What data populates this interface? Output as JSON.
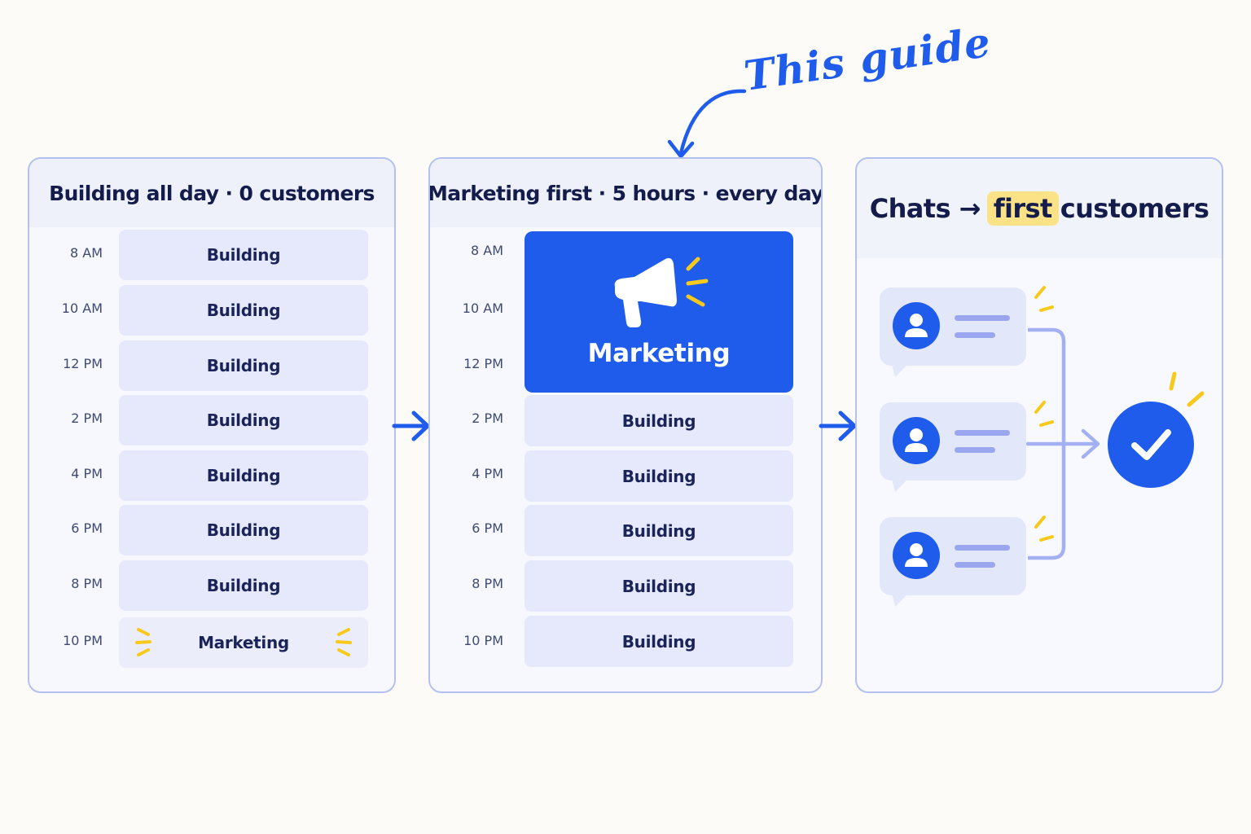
{
  "annotation": {
    "label": "This guide"
  },
  "panel_before": {
    "title": "Building all day · 0 customers",
    "rows": [
      {
        "time": "8 AM",
        "label": "Building"
      },
      {
        "time": "10 AM",
        "label": "Building"
      },
      {
        "time": "12 PM",
        "label": "Building"
      },
      {
        "time": "2 PM",
        "label": "Building"
      },
      {
        "time": "4 PM",
        "label": "Building"
      },
      {
        "time": "6 PM",
        "label": "Building"
      },
      {
        "time": "8 PM",
        "label": "Building"
      },
      {
        "time": "10 PM",
        "label": "Marketing"
      }
    ]
  },
  "panel_after": {
    "title": "Marketing first · 5 hours · every day",
    "times": [
      "8 AM",
      "10 AM",
      "12 PM",
      "2 PM",
      "4 PM",
      "6 PM",
      "8 PM",
      "10 PM"
    ],
    "marketing_block": {
      "label": "Marketing",
      "icon": "megaphone-icon"
    },
    "building_rows": [
      "Building",
      "Building",
      "Building",
      "Building",
      "Building"
    ]
  },
  "panel_result": {
    "title_start": "Chats →",
    "title_highlight": "first",
    "title_end": "customers",
    "chats": [
      {
        "icon": "user-icon"
      },
      {
        "icon": "user-icon"
      },
      {
        "icon": "user-icon"
      }
    ],
    "result_icon": "checkmark-icon"
  },
  "colors": {
    "accent": "#1f5cec",
    "highlight": "#fbe286",
    "spark": "#f7c91a",
    "slot": "#e6e9fb",
    "text_dark": "#131c4a"
  }
}
